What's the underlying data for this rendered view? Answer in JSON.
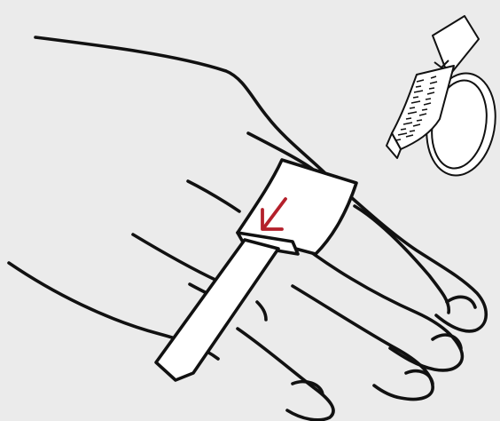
{
  "illustration": {
    "subject": "ring-sizer-on-finger",
    "colors": {
      "background": "#ebebeb",
      "ink": "#111111",
      "strip_fill": "#ffffff",
      "accent_arrow": "#b4202b"
    },
    "icons": [
      "hand-illustration",
      "ring-sizer-strip",
      "down-left-arrow-icon",
      "ring-sizer-inset"
    ]
  }
}
